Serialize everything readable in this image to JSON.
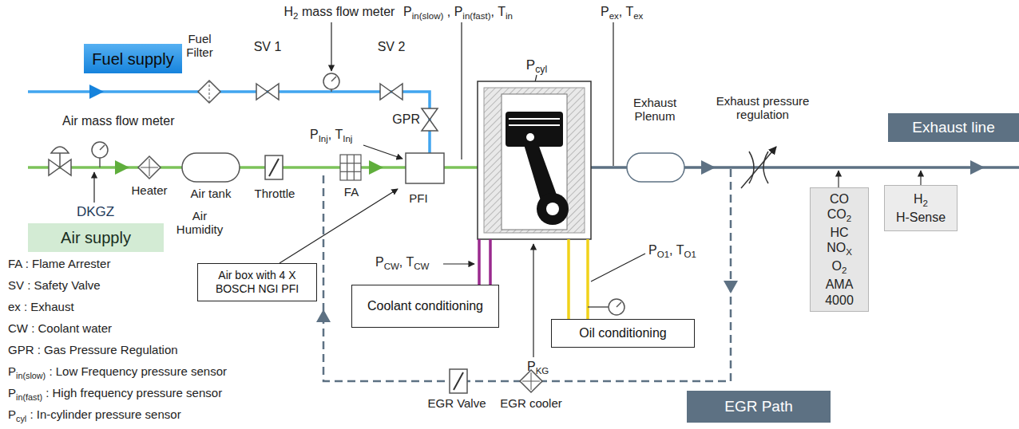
{
  "diagram": {
    "nodes": [
      {
        "text": [
          "Fuel supply"
        ]
      },
      {
        "text": [
          "Air supply"
        ]
      },
      {
        "text": [
          "Air box with 4 X BOSCH NGI PFI"
        ]
      },
      {
        "text": [
          "Coolant conditioning"
        ]
      },
      {
        "text": [
          "Oil conditioning"
        ]
      },
      {
        "text": [
          "Exhaust line"
        ]
      },
      {
        "text": [
          "CO",
          "CO2",
          "HC",
          "NOX",
          "O2",
          "AMA 4000"
        ]
      },
      {
        "text": [
          "H2",
          "H-Sense"
        ]
      },
      {
        "text": [
          "EGR Path"
        ]
      }
    ],
    "labels": [
      "Fuel Filter",
      "SV 1",
      "H2 mass flow meter",
      "SV 2",
      "GPR",
      "Pin(slow) , Pin(fast), Tin",
      "Pcyl",
      "Pex, Tex",
      "Exhaust Plenum",
      "Exhaust pressure regulation",
      "Air mass flow meter",
      "Heater",
      "Air tank",
      "Throttle",
      "DKGZ",
      "Air Humidity",
      "PInj, TInj",
      "FA",
      "PFI",
      "PO1, TO1",
      "PCW, TCW",
      "PKG",
      "EGR Valve",
      "EGR cooler",
      "FA : Flame Arrester",
      "SV : Safety Valve",
      "ex : Exhaust",
      "CW : Coolant water",
      "GPR : Gas Pressure Regulation",
      "Pin(slow) : Low Frequency pressure sensor",
      "Pin(fast) : High frequency pressure sensor",
      "Pcyl : In-cylinder pressure sensor"
    ]
  }
}
